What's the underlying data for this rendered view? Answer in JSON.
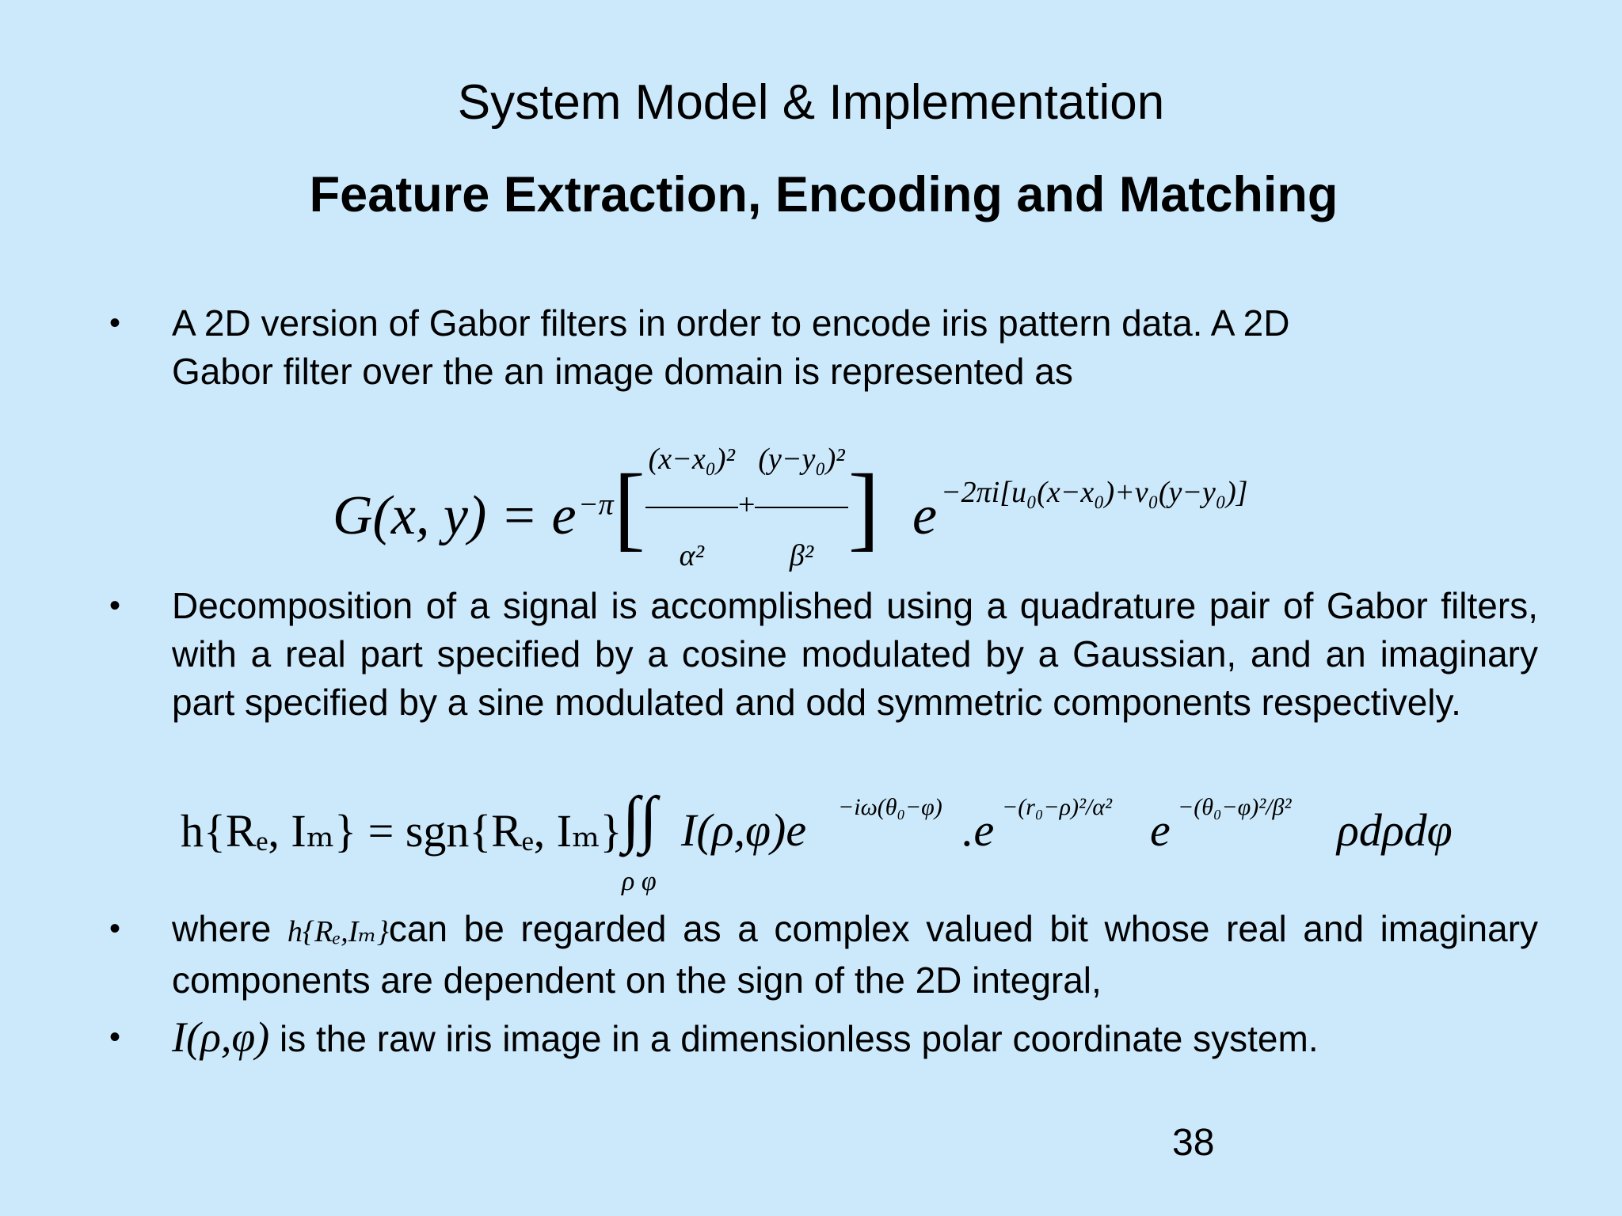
{
  "slide": {
    "title": "System Model & Implementation",
    "subtitle": "Feature Extraction, Encoding and Matching",
    "page_number": "38"
  },
  "bullets": {
    "marker": "•",
    "b1_line1": "A 2D version of Gabor filters in order to encode iris pattern data. A 2D",
    "b1_line2": "Gabor filter over the an image domain  is represented as",
    "b2_text": "Decomposition of a signal is accomplished using a quadrature pair of Gabor filters, with a real part specified by a cosine modulated by a Gaussian, and an imaginary part specified by a sine modulated and odd symmetric components respectively.",
    "b3_prefix": "where",
    "b3_text": "can be regarded as a complex valued bit whose real and imaginary components are dependent on the sign of the 2D integral,",
    "b4_text": "is the raw iris image in a dimensionless polar coordinate system."
  },
  "equations": {
    "gabor_lhs": "G(x, y) = e",
    "gabor_exp1_prefix": "−π",
    "gabor_frac1_num": "(x−x₀)²",
    "gabor_frac1_den": "α²",
    "gabor_plus": "+",
    "gabor_frac2_num": "(y−y₀)²",
    "gabor_frac2_den": "β²",
    "gabor_e2": "e",
    "gabor_exp2": "−2πi[u₀(x−x₀)+v₀(y−y₀)]",
    "h_lhs": "h{Rₑ, Iₘ} = sgn{Rₑ, Iₘ}",
    "h_integral": "∫∫",
    "h_integrand": "I(ρ,φ)e",
    "h_exp1": "−iω(θ₀−φ)",
    "h_dot_e": ".e",
    "h_exp2": "−(r₀−ρ)²/α²",
    "h_e3": "e",
    "h_exp3": "−(θ₀−φ)²/β²",
    "h_tail": "ρdρdφ",
    "h_limits": "ρ  φ",
    "inline_h": "h{Rₑ,Iₘ}",
    "inline_I": "I(ρ,φ)"
  }
}
